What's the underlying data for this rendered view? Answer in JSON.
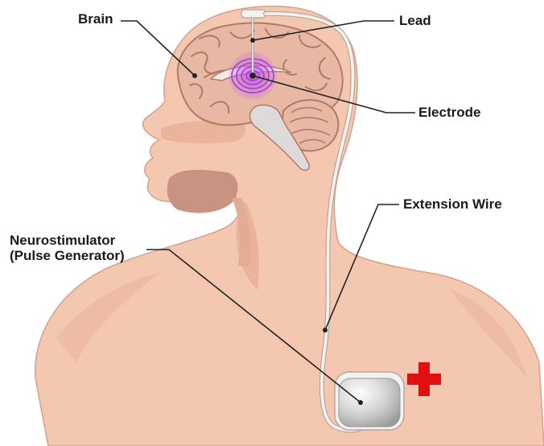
{
  "labels": {
    "brain": "Brain",
    "lead": "Lead",
    "electrode": "Electrode",
    "extension_wire": "Extension Wire",
    "neurostimulator_line1": "Neurostimulator",
    "neurostimulator_line2": "(Pulse Generator)"
  },
  "colors": {
    "skin": "#f4c7b1",
    "skin_shade": "#eab49b",
    "skin_outline": "#d9a088",
    "mouth": "#c99383",
    "brain": "#e9b8a4",
    "brain_fold": "#b07a68",
    "stimulation_field": "#b14fe0",
    "wire": "#f7f2ee",
    "wire_outline": "#b7a59c",
    "generator": "#d6d6d6",
    "generator_case": "#f2f2f2",
    "leader_line": "#222222",
    "red_cross": "#e01010"
  },
  "icons": {
    "cross": "red-cross-icon"
  }
}
